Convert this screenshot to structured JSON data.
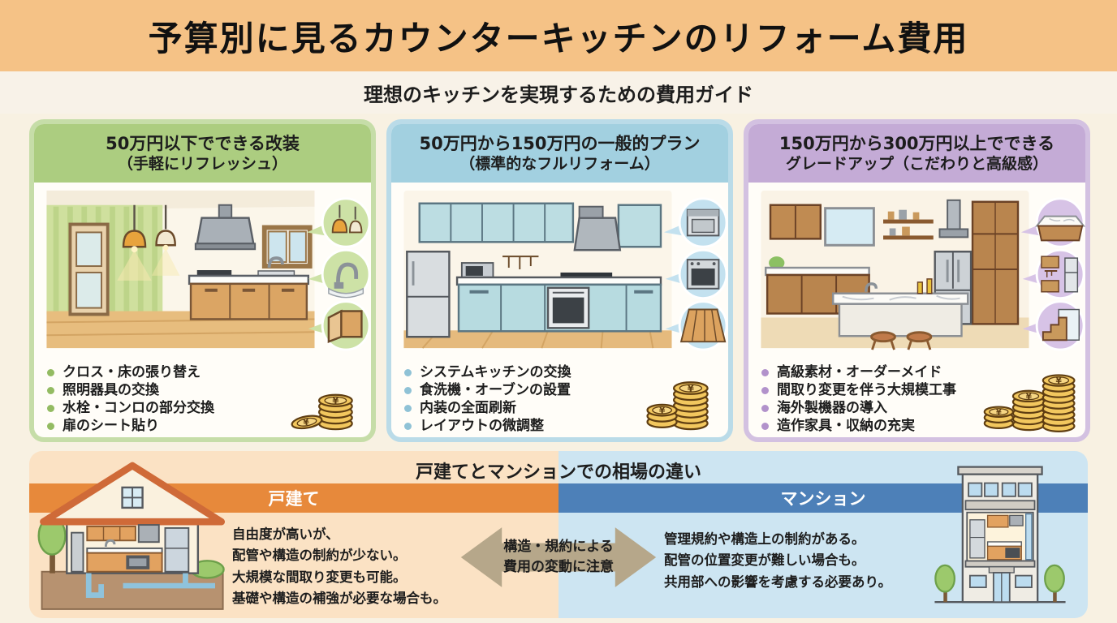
{
  "header": {
    "title": "予算別に見るカウンターキッチンのリフォーム費用",
    "subtitle": "理想のキッチンを実現するための費用ガイド"
  },
  "plans": [
    {
      "title": "50万円以下でできる改装",
      "subtitle": "（手軽にリフレッシュ）",
      "accent": "#accd80",
      "items": [
        "クロス・床の張り替え",
        "照明器具の交換",
        "水栓・コンロの部分交換",
        "扉のシート貼り"
      ]
    },
    {
      "title": "50万円から150万円の一般的プラン",
      "subtitle": "（標準的なフルリフォーム）",
      "accent": "#a2d0e0",
      "items": [
        "システムキッチンの交換",
        "食洗機・オーブンの設置",
        "内装の全面刷新",
        "レイアウトの微調整"
      ]
    },
    {
      "title": "150万円から300万円以上でできる",
      "subtitle": "グレードアップ（こだわりと高級感）",
      "accent": "#c4abd6",
      "items": [
        "高級素材・オーダーメイド",
        "間取り変更を伴う大規模工事",
        "海外製機器の導入",
        "造作家具・収納の充実"
      ]
    }
  ],
  "comparison": {
    "title": "戸建てとマンションでの相場の違い",
    "house": {
      "label": "戸建て",
      "lines": [
        "自由度が高いが、",
        "配管や構造の制約が少ない。",
        "大規模な間取り変更も可能。",
        "基礎や構造の補強が必要な場合も。"
      ]
    },
    "mansion": {
      "label": "マンション",
      "lines": [
        "管理規約や構造上の制約がある。",
        "配管の位置変更が難しい場合も。",
        "共用部への影響を考慮する必要あり。"
      ]
    },
    "arrow": {
      "line1": "構造・規約による",
      "line2": "費用の変動に注意"
    }
  },
  "icons": {
    "yen": "¥"
  },
  "colors": {
    "title_bar": "#f5c286",
    "plan_green": "#accd80",
    "plan_blue": "#a2d0e0",
    "plan_purple": "#c4abd6",
    "band_orange": "#e7893b",
    "band_blue": "#4d80b8",
    "coin_gold": "#f2c75e"
  }
}
